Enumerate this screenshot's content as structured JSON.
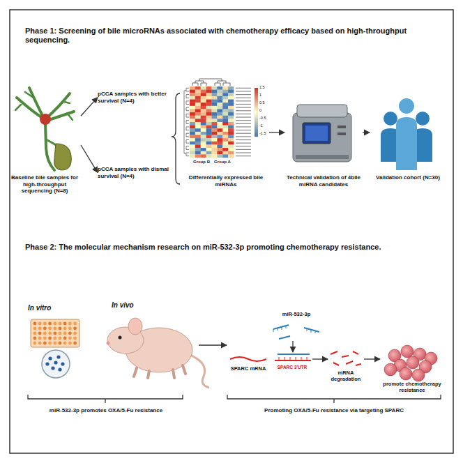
{
  "diagram": {
    "nodes": [
      {
        "text": [
          "Baseline bile samples for high-throughput sequencing (N=8)"
        ]
      },
      {
        "text": [
          "pCCA samples with better survival (N=4)"
        ]
      },
      {
        "text": [
          "pCCA samples with dismal survival (N=4)"
        ]
      },
      {
        "text": [
          "Differentially expressed bile miRNAs"
        ]
      },
      {
        "text": [
          "Technical validation of 4bile miRNA candidates"
        ]
      },
      {
        "text": [
          "Validation cohort (N=30)"
        ]
      },
      {
        "text": [
          "In vitro"
        ]
      },
      {
        "text": [
          "In vivo"
        ]
      },
      {
        "text": [
          "SPARC mRNA"
        ]
      },
      {
        "text": [
          "miR-532-3p"
        ]
      },
      {
        "text": [
          "SPARC 3'UTR"
        ]
      },
      {
        "text": [
          "mRNA degradation"
        ]
      },
      {
        "text": [
          "promote chemotherapy resistance"
        ]
      }
    ],
    "edges": [
      {
        "from": 0,
        "to": 1,
        "arrow": "to"
      },
      {
        "from": 0,
        "to": 2,
        "arrow": "to"
      },
      {
        "from": 3,
        "to": 4,
        "arrow": "to"
      },
      {
        "from": 4,
        "to": 5,
        "arrow": "to"
      },
      {
        "from": 7,
        "to": 8,
        "arrow": "to"
      },
      {
        "from": 9,
        "to": 10,
        "arrow": "to"
      },
      {
        "from": 10,
        "to": 11,
        "arrow": "to"
      },
      {
        "from": 11,
        "to": 12,
        "arrow": "to"
      }
    ],
    "labels": [
      "Phase 1: Screening of bile microRNAs associated with chemotherapy efficacy based on high-throughput sequencing.",
      "Group B",
      "Group A",
      "1.5",
      "1",
      "0.5",
      "0",
      "-0.5",
      "-1",
      "-1.5",
      "Phase 2: The molecular mechanism research on miR-532-3p promoting chemotherapy resistance.",
      "miR-532-3p promotes OXA/5-Fu resistance",
      "Promoting OXA/5-Fu resistance via targeting SPARC"
    ]
  }
}
